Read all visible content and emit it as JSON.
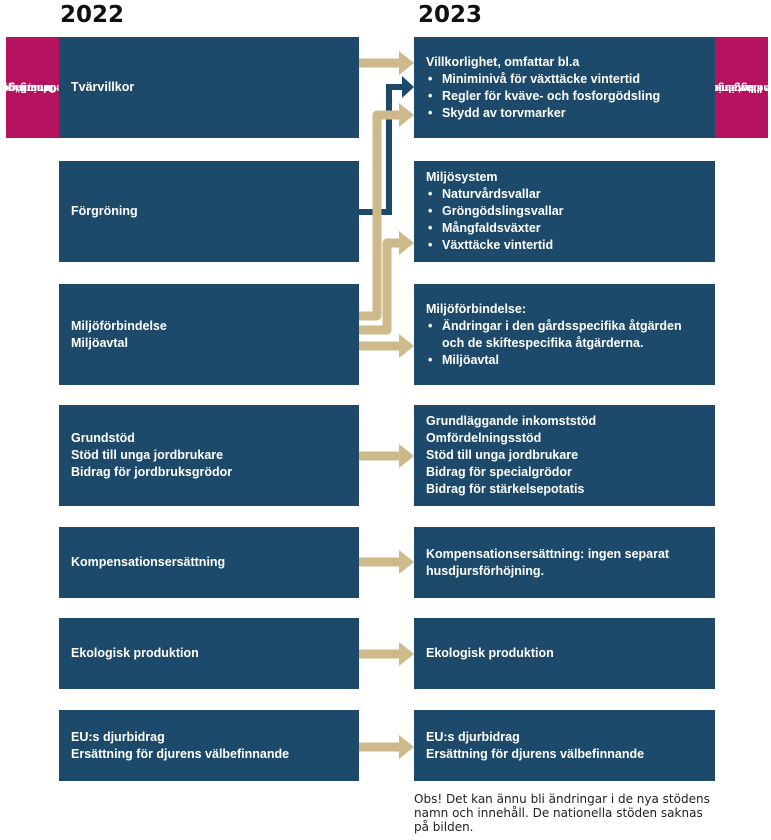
{
  "colors": {
    "box_fill": "#1d4a6a",
    "side_label_fill": "#b5125f",
    "arrow_gold": "#cdb98a",
    "connector_dark": "#1d4a6a",
    "text_on_box": "#ffffff"
  },
  "headers": {
    "left_year": "2022",
    "right_year": "2023"
  },
  "side_labels": {
    "left": [
      "Grundläggan-",
      "de krav, ingen",
      "betalning"
    ],
    "right": [
      "Grundläggan-",
      "de krav, ingen",
      "betalning"
    ]
  },
  "left_boxes": [
    {
      "lines": [
        "Tvärvillkor"
      ]
    },
    {
      "lines": [
        "Förgröning"
      ]
    },
    {
      "lines": [
        "Miljöförbindelse",
        "Miljöavtal"
      ]
    },
    {
      "lines": [
        "Grundstöd",
        "Stöd till unga jordbrukare",
        "Bidrag för jordbruksgrödor"
      ]
    },
    {
      "lines": [
        "Kompensationsersättning"
      ]
    },
    {
      "lines": [
        "Ekologisk produktion"
      ]
    },
    {
      "lines": [
        "EU:s djurbidrag",
        "Ersättning för djurens välbefinnande"
      ]
    }
  ],
  "right_boxes": [
    {
      "title": "Villkorlighet, omfattar bl.a",
      "bullets": [
        "Miniminivå för växttäcke vintertid",
        "Regler för kväve- och fosforgödsling",
        "Skydd av torvmarker"
      ]
    },
    {
      "title": "Miljösystem",
      "bullets": [
        "Naturvårdsvallar",
        "Gröngödslingsvallar",
        "Mångfaldsväxter",
        "Växttäcke vintertid"
      ]
    },
    {
      "title": "Miljöförbindelse:",
      "bullets": [
        "Ändringar i den gårdsspecifika åtgärden och de skiftespecifika åtgärderna.",
        "Miljöavtal"
      ]
    },
    {
      "lines": [
        "Grundläggande inkomststöd",
        "Omfördelningsstöd",
        "Stöd till unga jordbrukare",
        "Bidrag för specialgrödor",
        "Bidrag för stärkelsepotatis"
      ]
    },
    {
      "lines": [
        "Kompensationsersättning: ingen separat husdjursförhöjning."
      ]
    },
    {
      "lines": [
        "Ekologisk produktion"
      ]
    },
    {
      "lines": [
        "EU:s djurbidrag",
        "Ersättning för djurens välbefinnande"
      ]
    }
  ],
  "note": "Obs! Det kan ännu bli ändringar i de nya stödens namn och innehåll. De nationella stöden saknas på bilden."
}
